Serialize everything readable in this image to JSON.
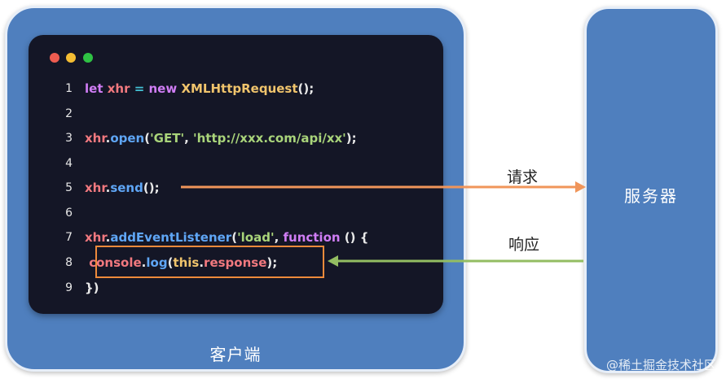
{
  "client": {
    "label": "客户端"
  },
  "server": {
    "label": "服务器"
  },
  "code": {
    "lines": [
      {
        "no": "1",
        "tokens": [
          [
            "kw",
            "let "
          ],
          [
            "var",
            "xhr "
          ],
          [
            "op",
            "= "
          ],
          [
            "kw",
            "new "
          ],
          [
            "cls",
            "XMLHttpRequest"
          ],
          [
            "pl",
            "();"
          ]
        ]
      },
      {
        "no": "2",
        "tokens": []
      },
      {
        "no": "3",
        "tokens": [
          [
            "var",
            "xhr"
          ],
          [
            "pl",
            "."
          ],
          [
            "fn",
            "open"
          ],
          [
            "pl",
            "("
          ],
          [
            "str",
            "'GET'"
          ],
          [
            "pl",
            ", "
          ],
          [
            "str",
            "'http://xxx.com/api/xx'"
          ],
          [
            "pl",
            ");"
          ]
        ]
      },
      {
        "no": "4",
        "tokens": []
      },
      {
        "no": "5",
        "tokens": [
          [
            "var",
            "xhr"
          ],
          [
            "pl",
            "."
          ],
          [
            "fn",
            "send"
          ],
          [
            "pl",
            "();"
          ]
        ]
      },
      {
        "no": "6",
        "tokens": []
      },
      {
        "no": "7",
        "tokens": [
          [
            "var",
            "xhr"
          ],
          [
            "pl",
            "."
          ],
          [
            "fn",
            "addEventListener"
          ],
          [
            "pl",
            "("
          ],
          [
            "str",
            "'load'"
          ],
          [
            "pl",
            ", "
          ],
          [
            "kw",
            "function "
          ],
          [
            "pl",
            "() {"
          ]
        ]
      },
      {
        "no": "8",
        "tokens": [
          [
            "pl",
            " "
          ],
          [
            "var",
            "console"
          ],
          [
            "pl",
            "."
          ],
          [
            "fn",
            "log"
          ],
          [
            "pl",
            "("
          ],
          [
            "cls",
            "this"
          ],
          [
            "pl",
            "."
          ],
          [
            "var",
            "response"
          ],
          [
            "pl",
            ");"
          ]
        ]
      },
      {
        "no": "9",
        "tokens": [
          [
            "pl",
            "})"
          ]
        ]
      }
    ]
  },
  "arrows": {
    "request_label": "请求",
    "response_label": "响应",
    "request_color": "#f0955a",
    "response_color": "#93bd62"
  },
  "watermark": "@稀土掘金技术社区"
}
